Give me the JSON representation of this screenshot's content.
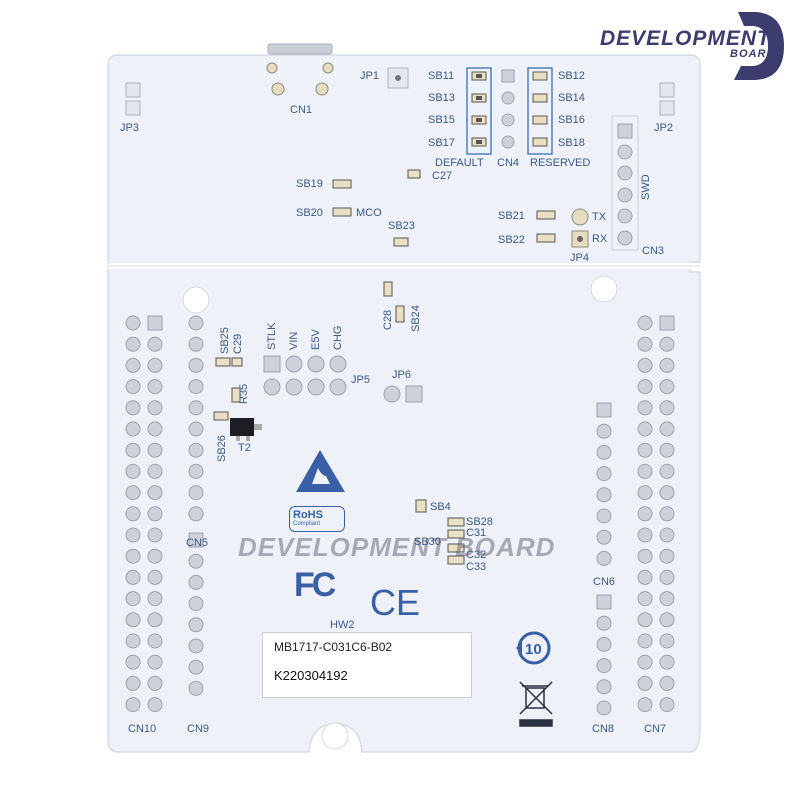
{
  "brand": {
    "word": "DEVELOPMENT",
    "sub": "BOARD",
    "watermark": "DEVELOPMENT BOARD"
  },
  "colors": {
    "pcb": "#eef1f8",
    "silk": "#3b5a86",
    "pad": "#e9dfc2",
    "header": "#bfc5ce"
  },
  "silkscreen": {
    "cn1": "CN1",
    "jp1": "JP1",
    "jp2": "JP2",
    "jp3": "JP3",
    "jp4": "JP4",
    "jp5": "JP5",
    "jp6": "JP6",
    "sb11": "SB11",
    "sb12": "SB12",
    "sb13": "SB13",
    "sb14": "SB14",
    "sb15": "SB15",
    "sb16": "SB16",
    "sb17": "SB17",
    "sb18": "SB18",
    "default": "DEFAULT",
    "cn4": "CN4",
    "reserved": "RESERVED",
    "sb19": "SB19",
    "sb20": "SB20",
    "mco": "MCO",
    "c27": "C27",
    "sb23": "SB23",
    "sb21": "SB21",
    "sb22": "SB22",
    "tx": "TX",
    "rx": "RX",
    "swd": "SWD",
    "cn3": "CN3",
    "c28": "C28",
    "sb24": "SB24",
    "sb25": "SB25",
    "c29": "C29",
    "r35": "R35",
    "sb26": "SB26",
    "t2": "T2",
    "stlk": "STLK",
    "vin": "VIN",
    "e5v": "E5V",
    "chg": "CHG",
    "sb4": "SB4",
    "sb28": "SB28",
    "sb30": "SB30",
    "c31": "C31",
    "c32": "C32",
    "c33": "C33",
    "cn5": "CN5",
    "cn6": "CN6",
    "cn7": "CN7",
    "cn8": "CN8",
    "cn9": "CN9",
    "cn10": "CN10",
    "hw2": "HW2"
  },
  "marks": {
    "fcc": "FC",
    "ce": "CE",
    "rohs": "RoHS",
    "rohs_sub": "Compliant",
    "eco": "10"
  },
  "label": {
    "part": "MB1717-C031C6-B02",
    "serial": "K220304192"
  },
  "icons": [
    "esd-warning-icon",
    "weee-bin-icon",
    "qr-code-icon",
    "usb-connector-icon"
  ]
}
